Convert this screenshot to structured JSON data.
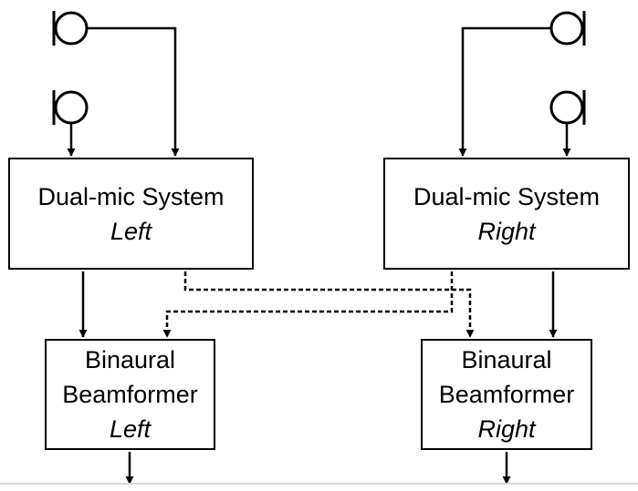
{
  "blocks": {
    "dual_left": {
      "title": "Dual-mic System",
      "side": "Left"
    },
    "dual_right": {
      "title": "Dual-mic System",
      "side": "Right"
    },
    "bf_left": {
      "line1": "Binaural",
      "line2": "Beamformer",
      "side": "Left"
    },
    "bf_right": {
      "line1": "Binaural",
      "line2": "Beamformer",
      "side": "Right"
    }
  },
  "colors": {
    "line": "#000000",
    "background": "#ffffff",
    "rule": "#d9d9d9"
  },
  "icons": {
    "microphone": "microphone-icon",
    "arrowhead": "arrowhead-icon"
  }
}
